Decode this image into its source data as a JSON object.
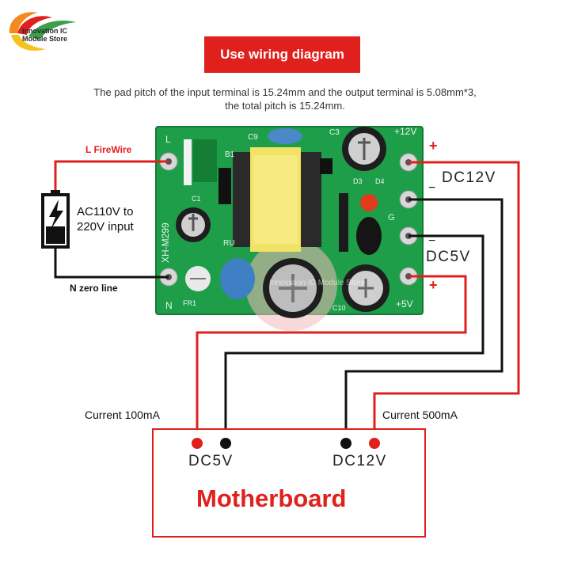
{
  "logo": {
    "line1": "Innovation IC",
    "line2": "Module Store"
  },
  "title": "Use wiring diagram",
  "note": {
    "line1": "The pad pitch of the input terminal is 15.24mm and the output terminal is 5.08mm*3,",
    "line2": "the total pitch is 15.24mm."
  },
  "input": {
    "l_label": "L FireWire",
    "n_label": "N zero line",
    "ac_line1": "AC110V to",
    "ac_line2": "220V input"
  },
  "pcb": {
    "model": "XH-M299",
    "l": "L",
    "n": "N",
    "b1": "B1",
    "c1": "C1",
    "c3": "C3",
    "c9": "C9",
    "d3": "D3",
    "d4": "D4",
    "g": "G",
    "ru": "RU",
    "fr1": "FR1",
    "c10": "C10",
    "plus12": "+12V",
    "plus5": "+5V",
    "watermark": "Innovation IC Module Store"
  },
  "outputs": {
    "plus_top": "+",
    "minus_top": "−",
    "dc12_label": "DC12V",
    "minus_bottom": "−",
    "dc5_label": "DC5V",
    "plus_bottom": "+"
  },
  "currents": {
    "left": "Current 100mA",
    "right": "Current 500mA"
  },
  "motherboard": {
    "title": "Motherboard",
    "dc5": "DC5V",
    "dc12": "DC12V"
  },
  "colors": {
    "red": "#e0201c",
    "black": "#111111",
    "pcb": "#1f9e4a",
    "transformer": "#f2e266"
  }
}
